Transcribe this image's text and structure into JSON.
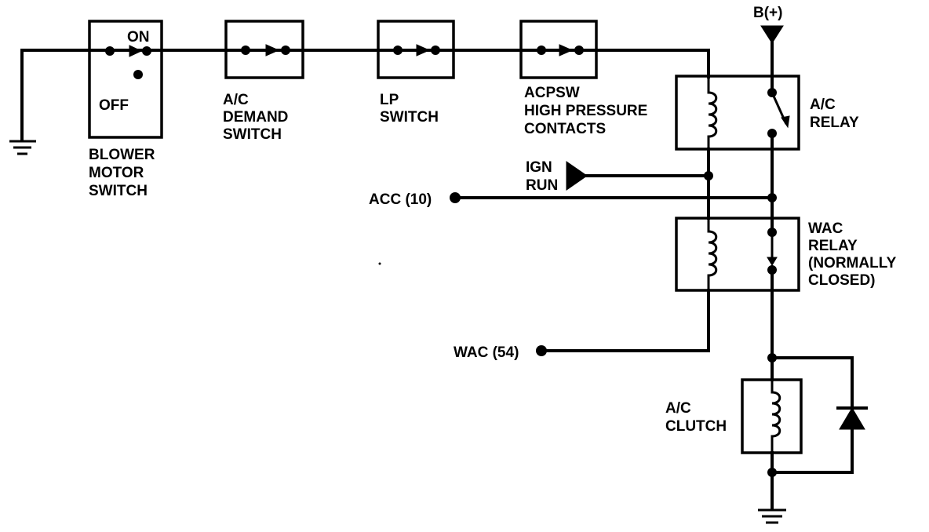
{
  "labels": {
    "blower_on": "ON",
    "blower_off": "OFF",
    "blower_line1": "BLOWER",
    "blower_line2": "MOTOR",
    "blower_line3": "SWITCH",
    "ac_demand_line1": "A/C",
    "ac_demand_line2": "DEMAND",
    "ac_demand_line3": "SWITCH",
    "lp_line1": "LP",
    "lp_line2": "SWITCH",
    "acpsw_line1": "ACPSW",
    "acpsw_line2": "HIGH PRESSURE",
    "acpsw_line3": "CONTACTS",
    "battery": "B(+)",
    "ac_relay_line1": "A/C",
    "ac_relay_line2": "RELAY",
    "ign_line1": "IGN",
    "ign_line2": "RUN",
    "acc": "ACC (10)",
    "wac_relay_line1": "WAC",
    "wac_relay_line2": "RELAY",
    "wac_relay_line3": "(NORMALLY",
    "wac_relay_line4": "CLOSED)",
    "wac": "WAC (54)",
    "clutch_line1": "A/C",
    "clutch_line2": "CLUTCH"
  }
}
